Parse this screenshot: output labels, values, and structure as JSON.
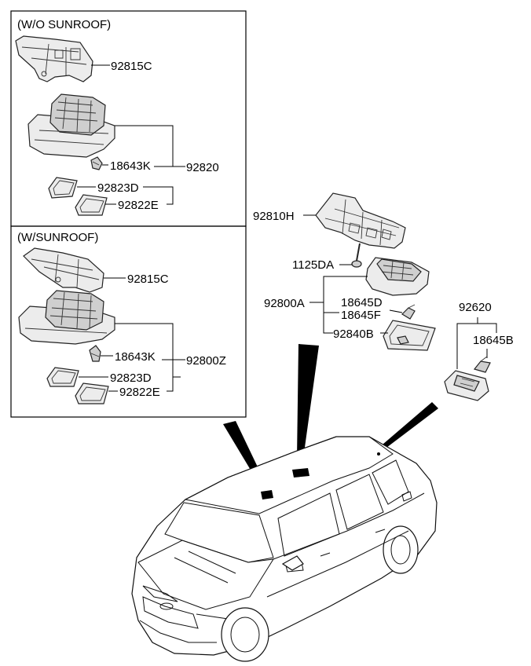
{
  "panels": {
    "top": {
      "title": "(W/O SUNROOF)"
    },
    "bottom": {
      "title": "(W/SUNROOF)"
    }
  },
  "labels": {
    "wo_bracket": "92815C",
    "wo_lamp": "92820",
    "wo_bulb": "18643K",
    "wo_lens_a": "92823D",
    "wo_lens_b": "92822E",
    "w_bracket": "92815C",
    "w_lamp": "92800Z",
    "w_bulb": "18643K",
    "w_lens_a": "92823D",
    "w_lens_b": "92822E",
    "main_bracket": "92810H",
    "screw": "1125DA",
    "main_lamp": "92800A",
    "bulb_d": "18645D",
    "bulb_f": "18645F",
    "main_lens": "92840B",
    "trunk_lamp": "92620",
    "trunk_bulb": "18645B"
  }
}
